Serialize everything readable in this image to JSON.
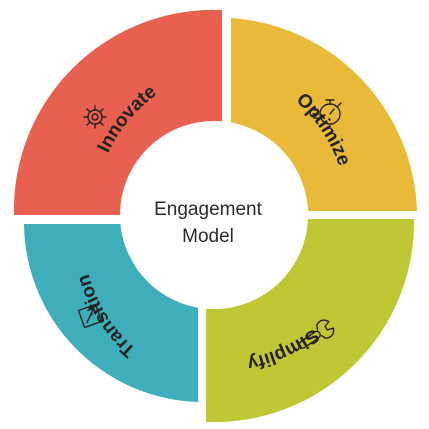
{
  "diagram": {
    "center": {
      "line1": "Engagement",
      "line2": "Model"
    },
    "segments": [
      {
        "id": "innovate",
        "label": "Innovate",
        "icon": "gear-icon",
        "color": "#E8604F"
      },
      {
        "id": "optimize",
        "label": "Optimize",
        "icon": "stopwatch-icon",
        "color": "#E9B93A"
      },
      {
        "id": "simplify",
        "label": "Simplify",
        "icon": "wrench-icon",
        "color": "#BFC734"
      },
      {
        "id": "transition",
        "label": "Transition",
        "icon": "transfer-icon",
        "color": "#3FAEBB"
      }
    ]
  }
}
